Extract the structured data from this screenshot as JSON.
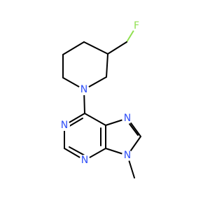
{
  "structure": {
    "atoms": {
      "F": {
        "symbol": "F",
        "color": "#90e050"
      },
      "N_piperidine": {
        "symbol": "N",
        "color": "#3050f8"
      },
      "N1": {
        "symbol": "N",
        "color": "#3050f8"
      },
      "N3": {
        "symbol": "N",
        "color": "#3050f8"
      },
      "N7": {
        "symbol": "N",
        "color": "#3050f8"
      },
      "N9": {
        "symbol": "N",
        "color": "#3050f8"
      }
    }
  }
}
